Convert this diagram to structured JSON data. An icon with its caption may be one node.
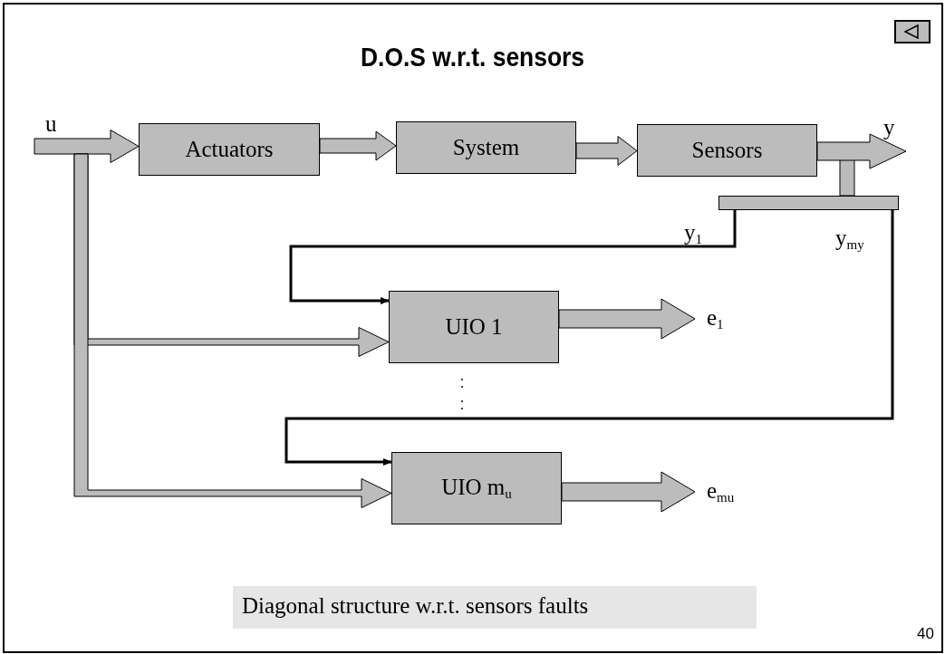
{
  "diagram": {
    "title": "D.O.S w.r.t. sensors",
    "caption": "Diagonal structure w.r.t. sensors faults",
    "nodes": [
      {
        "text": [
          "Actuators"
        ]
      },
      {
        "text": [
          "System"
        ]
      },
      {
        "text": [
          "Sensors"
        ]
      },
      {
        "text": [],
        "shape": "bar"
      },
      {
        "text": [
          "UIO 1"
        ]
      },
      {
        "text": [
          "e$_{1}$"
        ]
      },
      {
        "text": [
          "UIO m$_{u}$"
        ]
      },
      {
        "text": [
          "e$_{mu}$"
        ]
      }
    ],
    "edges": [
      {
        "from": null,
        "to": 0,
        "arrow": "to",
        "label": "u"
      },
      {
        "from": 0,
        "to": 1,
        "arrow": "to"
      },
      {
        "from": 1,
        "to": 2,
        "arrow": "to"
      },
      {
        "from": 2,
        "to": null,
        "arrow": "to",
        "label": "y"
      },
      {
        "from": 2,
        "to": 3,
        "arrow": "none"
      },
      {
        "from": 3,
        "to": 4,
        "arrow": "to",
        "label": "y$_{1}$",
        "color": "#000000"
      },
      {
        "from": 3,
        "to": 6,
        "arrow": "to",
        "label": "y$_{my}$",
        "color": "#000000"
      },
      {
        "from": null,
        "to": 4,
        "arrow": "to"
      },
      {
        "from": null,
        "to": 6,
        "arrow": "to"
      },
      {
        "from": 4,
        "to": 5,
        "arrow": "to"
      },
      {
        "from": 6,
        "to": 7,
        "arrow": "to"
      }
    ],
    "labels": [
      "40"
    ]
  }
}
